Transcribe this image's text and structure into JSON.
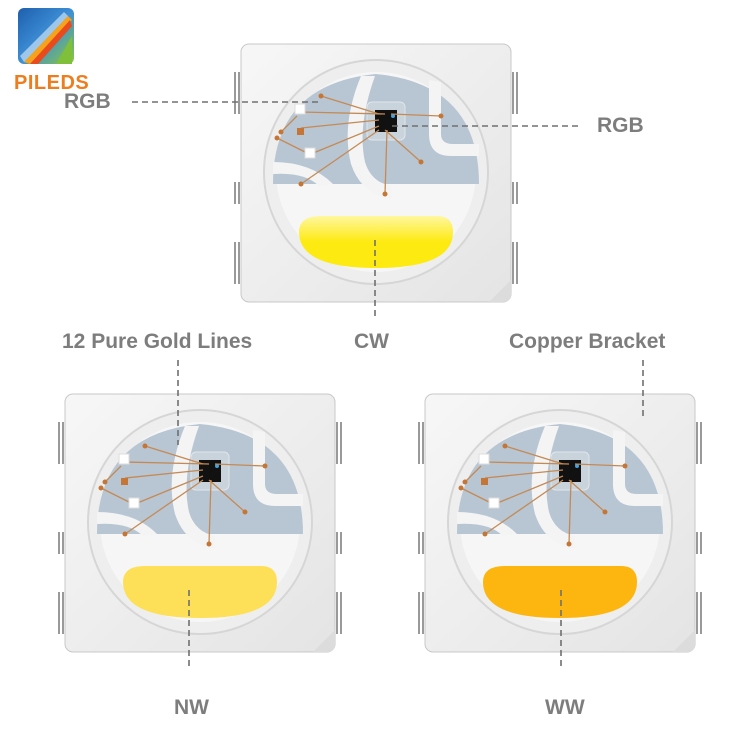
{
  "brand": {
    "name": "PILEDS",
    "logo_icon": "pileds-logo-icon"
  },
  "labels": {
    "rgb_left": "RGB",
    "rgb_right": "RGB",
    "cw": "CW",
    "gold_lines": "12 Pure Gold Lines",
    "copper_bracket": "Copper Bracket",
    "nw": "NW",
    "ww": "WW"
  },
  "leds": [
    {
      "id": "cw",
      "name": "CW",
      "phosphor_color": "#fdea10"
    },
    {
      "id": "nw",
      "name": "NW",
      "phosphor_color": "#fde058"
    },
    {
      "id": "ww",
      "name": "WW",
      "phosphor_color": "#fdb510"
    }
  ],
  "colors": {
    "label_text": "#7d7d7d",
    "brand": "#ee7d1e",
    "leader_line": "#707070"
  }
}
